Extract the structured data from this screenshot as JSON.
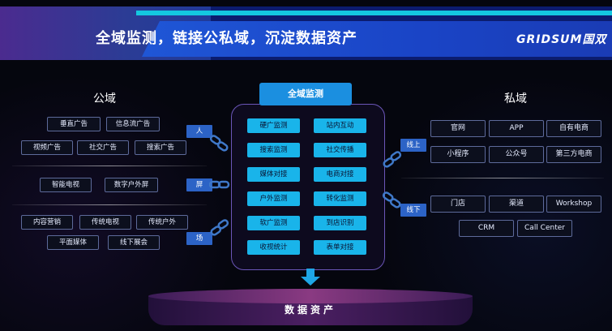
{
  "header": {
    "title": "全域监测，链接公私域，沉淀数据资产",
    "logo": "GRIDSUM国双"
  },
  "public_domain": {
    "title": "公域",
    "group1": [
      "垂直广告",
      "信息流广告",
      "视频广告",
      "社交广告",
      "搜索广告"
    ],
    "group2": [
      "智能电视",
      "数字户外屏"
    ],
    "group3": [
      "内容营销",
      "传统电视",
      "传统户外",
      "平面媒体",
      "线下展会"
    ]
  },
  "connectors_left": [
    "人",
    "屏",
    "场"
  ],
  "center": {
    "title": "全域监测",
    "items": [
      "硬广监测",
      "站内互动",
      "搜索监测",
      "社交传播",
      "媒体对接",
      "电商对接",
      "户外监测",
      "转化监测",
      "软广监测",
      "到店识别",
      "收视统计",
      "表单对接"
    ]
  },
  "connectors_right": [
    "线上",
    "线下"
  ],
  "private_domain": {
    "title": "私域",
    "online": [
      "官网",
      "APP",
      "自有电商",
      "小程序",
      "公众号",
      "第三方电商"
    ],
    "offline": [
      "门店",
      "渠道",
      "Workshop",
      "CRM",
      "Call Center"
    ]
  },
  "data_asset": {
    "label": "数据资产"
  },
  "colors": {
    "header_blue": "#1f56d6",
    "accent_cyan": "#14c7e0",
    "center_button": "#19b4ea",
    "tag_blue": "#2c63c6",
    "center_border": "#6b56b8"
  },
  "icons": [
    "chain-link-icon",
    "down-arrow-icon"
  ]
}
